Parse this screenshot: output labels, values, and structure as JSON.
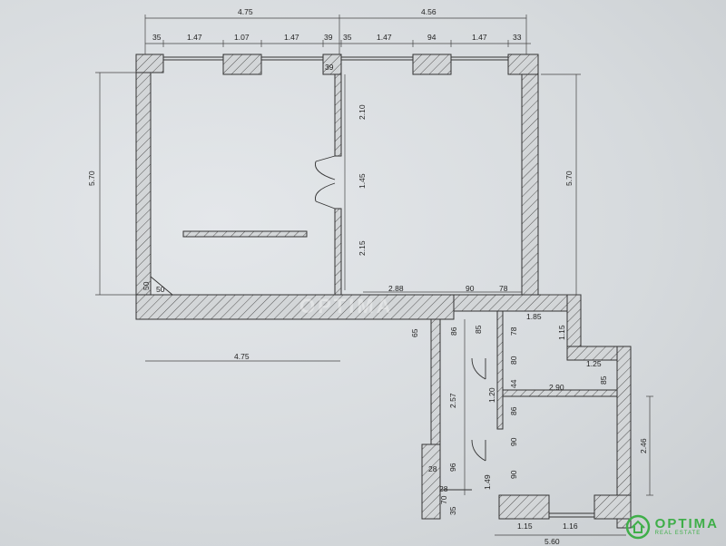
{
  "plan": {
    "top": {
      "total_left": "4.75",
      "total_right": "4.56",
      "segments": [
        "35",
        "1.47",
        "1.07",
        "1.47",
        "39",
        "35",
        "1.47",
        "94",
        "1.47",
        "33"
      ],
      "pier_label": "39"
    },
    "left_height": "5.70",
    "right_height": "5.70",
    "partition": [
      "2.10",
      "1.45",
      "2.15"
    ],
    "corner": [
      "50",
      "50"
    ],
    "bottom_row": [
      "2.88",
      "90",
      "78"
    ],
    "bottom_width": "4.75",
    "annex": {
      "width_top": "1.85",
      "right_step": "1.15",
      "step_width": "1.25",
      "step_right": "85",
      "room_width": "2.90",
      "room_height": "2.46",
      "corridor_length": "2.57",
      "corridor_top": [
        "65",
        "86",
        "85",
        "78"
      ],
      "door_col": [
        "80",
        "44",
        "1.20",
        "86",
        "90",
        "90"
      ],
      "lower_left": [
        "96",
        "1.49",
        "28",
        "28",
        "70",
        "35"
      ],
      "bottom": [
        "1.15",
        "1.16"
      ],
      "bottom_total": "5.60"
    }
  },
  "watermark": "OPTIMA",
  "brand": {
    "name": "OPTIMA",
    "tagline": "REAL ESTATE",
    "color": "#3fae49"
  }
}
